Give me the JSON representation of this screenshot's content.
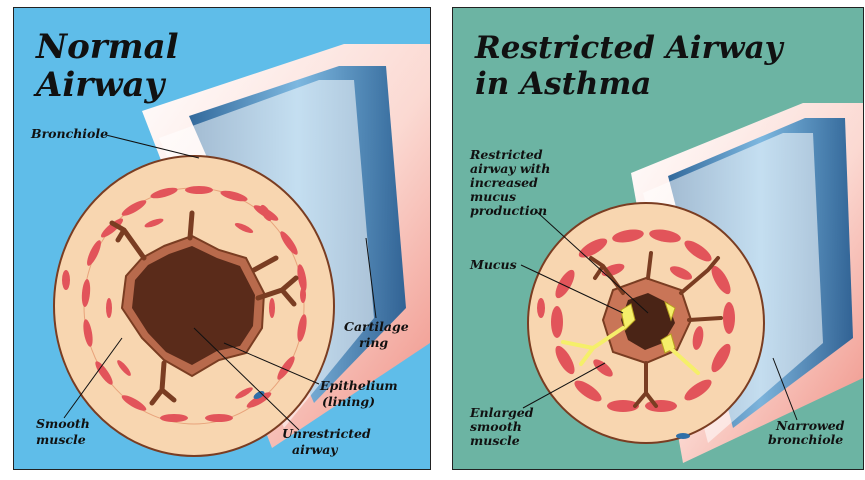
{
  "left_panel": {
    "title_line1": "Normal",
    "title_line2": "Airway",
    "background_color": "#5fbde9",
    "labels": {
      "bronchiole": "Bronchiole",
      "cartilage_line1": "Cartilage",
      "cartilage_line2": "ring",
      "epithelium_line1": "Epithelium",
      "epithelium_line2": "(lining)",
      "smooth_line1": "Smooth",
      "smooth_line2": "muscle",
      "unrestricted_line1": "Unrestricted",
      "unrestricted_line2": "airway"
    }
  },
  "right_panel": {
    "title_line1": "Restricted Airway",
    "title_line2": "in Asthma",
    "background_color": "#6cb4a3",
    "labels": {
      "restricted_line1": "Restricted",
      "restricted_line2": "airway with",
      "restricted_line3": "increased",
      "restricted_line4": "mucus",
      "restricted_line5": "production",
      "mucus": "Mucus",
      "enlarged_line1": "Enlarged",
      "enlarged_line2": "smooth",
      "enlarged_line3": "muscle",
      "narrowed_line1": "Narrowed",
      "narrowed_line2": "bronchiole"
    }
  },
  "colors": {
    "tube_pink": "#f3a79a",
    "tube_white": "#ffffff",
    "cartilage_blue": "#2f6fa8",
    "wall_fill": "#f8d6b0",
    "muscle_red": "#e2545a",
    "lumen_brown": "#5a2b1a",
    "mucus_yellow": "#f5ef6a"
  }
}
